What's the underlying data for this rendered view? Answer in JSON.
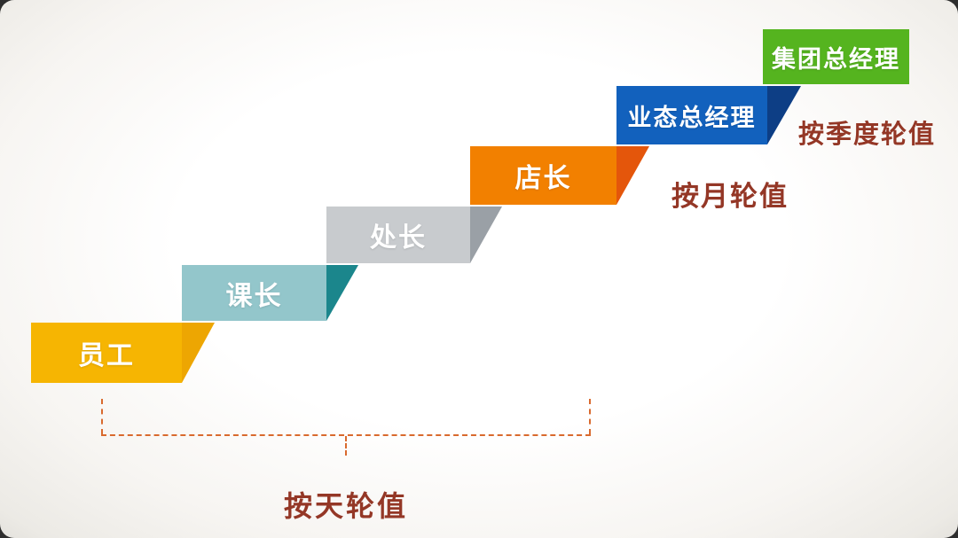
{
  "text_color": "#FFFFFF",
  "bracket_color": "#D96A2E",
  "steps": [
    {
      "label": "员工",
      "color": "#F6B502",
      "fold": "#EDA602"
    },
    {
      "label": "课长",
      "color": "#93C6CB",
      "fold": "#1B868C"
    },
    {
      "label": "处长",
      "color": "#C8CBCE",
      "fold": "#9AA0A6"
    },
    {
      "label": "店长",
      "color": "#F28000",
      "fold": "#E4560B"
    },
    {
      "label": "业态总经理",
      "color": "#1261BD",
      "fold": "#0D3E85"
    },
    {
      "label": "集团总经理",
      "color": "#55B41F"
    }
  ],
  "annotations": {
    "daily": {
      "label": "按天轮值",
      "color": "#943726"
    },
    "monthly": {
      "label": "按月轮值",
      "color": "#943726"
    },
    "quarterly": {
      "label": "按季度轮值",
      "color": "#943726"
    }
  }
}
